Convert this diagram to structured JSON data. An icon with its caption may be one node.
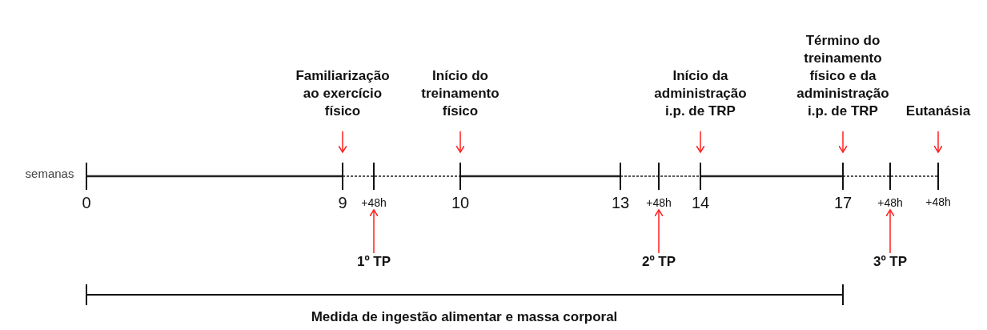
{
  "diagram": {
    "nodes": [
      {
        "text": [
          "Familiarização ao exercício físico"
        ]
      },
      {
        "text": [
          "Início do treinamento físico"
        ]
      },
      {
        "text": [
          "Início da administração i.p. de TRP"
        ]
      },
      {
        "text": [
          "Término do treinamento físico e da administração i.p. de TRP"
        ]
      },
      {
        "text": [
          "Eutanásia"
        ]
      },
      {
        "text": [
          "1º TP"
        ]
      },
      {
        "text": [
          "2º TP"
        ]
      },
      {
        "text": [
          "3º TP"
        ]
      },
      {
        "text": [
          "+48h"
        ]
      },
      {
        "text": [
          "+48h"
        ]
      },
      {
        "text": [
          "+48h"
        ]
      }
    ],
    "edges": [
      {
        "from": 0,
        "to": null,
        "arrow": "to"
      },
      {
        "from": 1,
        "to": null,
        "arrow": "to"
      },
      {
        "from": 2,
        "to": null,
        "arrow": "to"
      },
      {
        "from": 3,
        "to": null,
        "arrow": "to"
      },
      {
        "from": 4,
        "to": null,
        "arrow": "to"
      },
      {
        "from": 5,
        "to": 8,
        "arrow": "to"
      },
      {
        "from": 6,
        "to": 9,
        "arrow": "to"
      },
      {
        "from": 7,
        "to": 10,
        "arrow": "to"
      }
    ],
    "labels": [
      "semanas",
      "0",
      "9",
      "10",
      "13",
      "14",
      "17",
      "+48h",
      "Medida de ingestão alimentar e massa corporal"
    ]
  }
}
